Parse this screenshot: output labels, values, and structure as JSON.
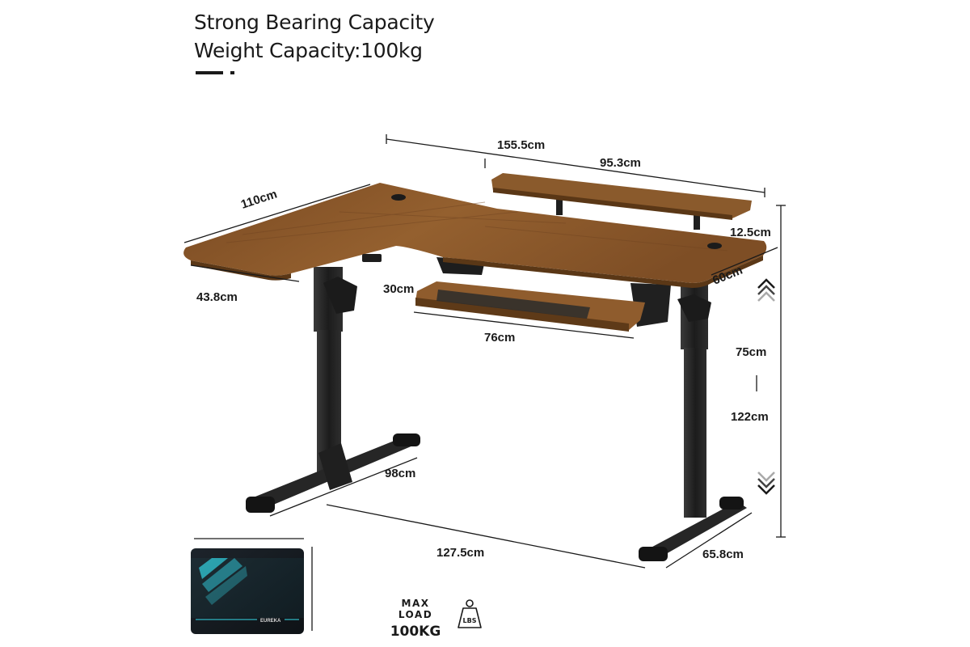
{
  "headline": {
    "line1": "Strong Bearing Capacity",
    "line2": "Weight Capacity:100kg"
  },
  "dimensions": {
    "total_width": "155.5cm",
    "shelf_width": "95.3cm",
    "shelf_height": "12.5cm",
    "side_length": "110cm",
    "side_depth": "43.8cm",
    "tray_depth": "30cm",
    "main_depth": "60cm",
    "tray_width": "76cm",
    "min_height": "75cm",
    "max_height": "122cm",
    "frame_depth": "98cm",
    "frame_width": "127.5cm",
    "foot_length": "65.8cm"
  },
  "load": {
    "label": "MAX LOAD",
    "value": "100KG",
    "unit_icon_text": "LBS"
  },
  "mat": {
    "brand": "EUREKA"
  },
  "colors": {
    "wood": "#8b5a2b",
    "wood_edge": "#5e3a18",
    "frame": "#232323",
    "mat": "#151a1f",
    "mat_accent": "#2fb6c4"
  },
  "icons": [
    "up-chevron-icon",
    "down-chevron-icon",
    "weight-icon"
  ]
}
